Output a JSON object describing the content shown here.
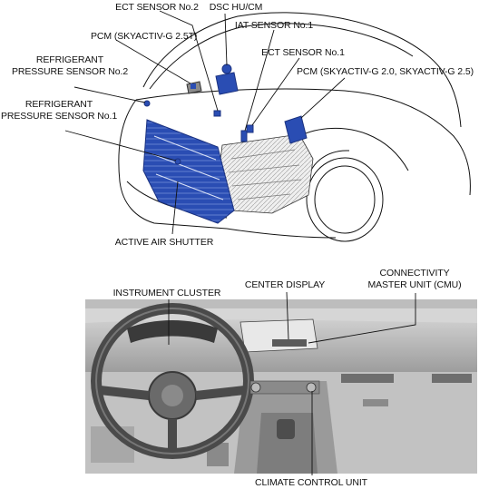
{
  "labels": {
    "ect_sensor_2": "ECT SENSOR No.2",
    "dsc_hu_cm": "DSC HU/CM",
    "iat_sensor_1": "IAT SENSOR No.1",
    "pcm_25t": "PCM (SKYACTIV-G 2.5T)",
    "refrigerant_pressure_sensor_2": [
      "REFRIGERANT",
      "PRESSURE SENSOR No.2"
    ],
    "ect_sensor_1": "ECT SENSOR No.1",
    "pcm_20_25": "PCM (SKYACTIV-G 2.0, SKYACTIV-G 2.5)",
    "refrigerant_pressure_sensor_1": [
      "REFRIGERANT",
      "PRESSURE SENSOR No.1"
    ],
    "active_air_shutter": "ACTIVE AIR SHUTTER",
    "instrument_cluster": "INSTRUMENT CLUSTER",
    "center_display": "CENTER DISPLAY",
    "connectivity_master_unit": [
      "CONNECTIVITY",
      "MASTER UNIT (CMU)"
    ],
    "climate_control_unit": "CLIMATE CONTROL UNIT"
  },
  "colors": {
    "component_highlight": "#2a4db3",
    "component_dark": "#1b3280",
    "line": "#111111",
    "interior_gray": "#b9b9b9",
    "interior_dark": "#5a5a5a"
  }
}
